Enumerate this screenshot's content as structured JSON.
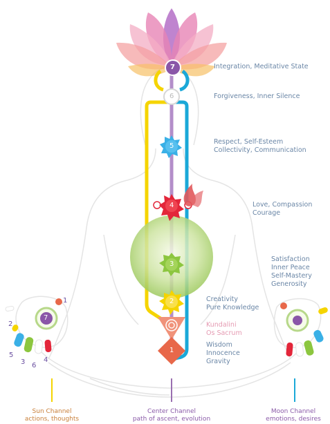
{
  "chakras": [
    {
      "number": "1",
      "lines": [
        "Wisdom",
        "Innocence",
        "Gravity"
      ]
    },
    {
      "number": "Kundalini",
      "lines": [
        "Kundalini",
        "Os Sacrum"
      ]
    },
    {
      "number": "2",
      "lines": [
        "Creativity",
        "Pure Knowledge"
      ]
    },
    {
      "number": "3",
      "lines": [
        "Satisfaction",
        "Inner Peace",
        "Self-Mastery",
        "Generosity"
      ]
    },
    {
      "number": "4",
      "lines": [
        "Love, Compassion",
        "Courage"
      ]
    },
    {
      "number": "5",
      "lines": [
        "Respect, Self-Esteem",
        "Collectivity, Communication"
      ]
    },
    {
      "number": "6",
      "lines": [
        "Forgiveness, Inner Silence"
      ]
    },
    {
      "number": "7",
      "lines": [
        "Integration, Meditative State"
      ]
    }
  ],
  "channels": [
    {
      "title": "Sun Channel",
      "subtitle": "actions, thoughts",
      "color": "#f5d400"
    },
    {
      "title": "Center Channel",
      "subtitle": "path of ascent, evolution",
      "color": "#9a6fb0"
    },
    {
      "title": "Moon Channel",
      "subtitle": "emotions, desires",
      "color": "#1aa8d8"
    }
  ],
  "left_hand": {
    "center": "7",
    "fingers": [
      "1",
      "2",
      "5",
      "3",
      "6",
      "4"
    ]
  },
  "colors": {
    "chakra1": "#e8684a",
    "chakra2": "#f5d400",
    "chakra3": "#8cc63f",
    "chakra4": "#e3263a",
    "chakra5": "#3ab0e6",
    "chakra6": "#cfcfcf",
    "chakra7": "#8a56a8",
    "label_text": "#6a86a6",
    "kundalini_text": "#e59ab2"
  }
}
